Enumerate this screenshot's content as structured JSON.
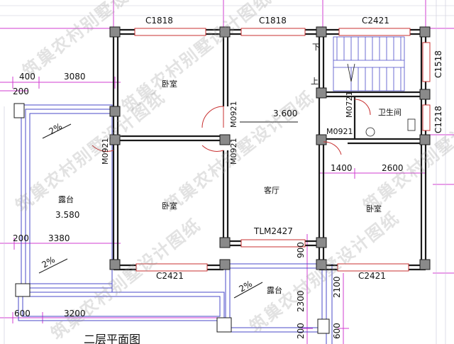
{
  "caption": "二层平面图",
  "watermark": "筑巢农村别墅设计图纸",
  "rooms": {
    "bedroom_nw": "卧室",
    "bedroom_w": "卧室",
    "living": "客厅",
    "bedroom_e": "卧室",
    "bathroom": "卫生间",
    "terrace_w": "露台",
    "terrace_s": "露台",
    "stair_up": "上",
    "stair_down": "下"
  },
  "elevations": {
    "living": "3.600",
    "terrace_w": "3.580"
  },
  "slopes": {
    "terrace_w_upper": "2%",
    "terrace_w_lower": "2%",
    "terrace_s": "2%"
  },
  "windows": {
    "north_left": "C1818",
    "north_mid": "C1818",
    "north_right": "C2421",
    "east_upper": "C1518",
    "east_lower": "C1218",
    "south_left": "C2421",
    "south_right": "C2421",
    "sliding_door": "TLM2427"
  },
  "doors": {
    "bedroom_nw": "M0921",
    "bedroom_w_a": "M0921",
    "bedroom_w_b": "M0921",
    "bedroom_e": "M0921",
    "bathroom": "M0721"
  },
  "dimensions": {
    "top_a": "400",
    "top_b": "3080",
    "top_c": "200",
    "mid_a": "200",
    "mid_b": "3380",
    "bottom_a": "600",
    "bottom_b": "3200",
    "east_a": "1400",
    "east_b": "2600",
    "vert_a": "900",
    "vert_b": "2300",
    "vert_c": "200",
    "vert_d": "2100",
    "vert_e": "600"
  }
}
